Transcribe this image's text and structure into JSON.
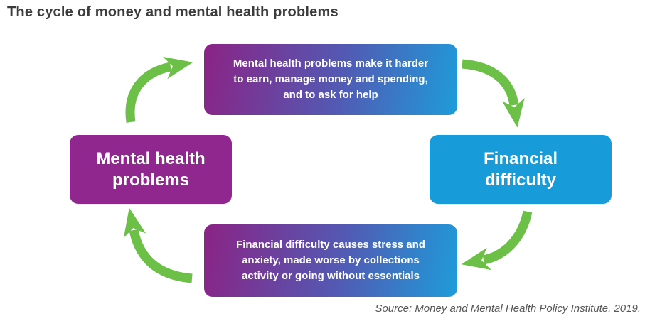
{
  "title": "The cycle of money and mental health problems",
  "source": "Source: Money and Mental Health Policy Institute. 2019.",
  "diagram": {
    "top_box": "Mental health problems make it harder\nto earn, manage money and spending,\nand to ask for help",
    "right_box": "Financial\ndifficulty",
    "bottom_box": "Financial difficulty causes stress and\nanxiety, made worse by collections\nactivity or going without essentials",
    "left_box": "Mental health\nproblems"
  },
  "icons": {
    "arrows": [
      "cycle-arrow-top-to-right",
      "cycle-arrow-right-to-bottom",
      "cycle-arrow-bottom-to-left",
      "cycle-arrow-left-to-top"
    ]
  },
  "colors": {
    "purple": "#90278e",
    "blue": "#189cd9",
    "gradient_start": "#8b2385",
    "gradient_end": "#1e9cda",
    "arrow_green": "#6cbf47",
    "title_text": "#3c3c3c",
    "source_text": "#565656",
    "box_text": "#ffffff"
  }
}
